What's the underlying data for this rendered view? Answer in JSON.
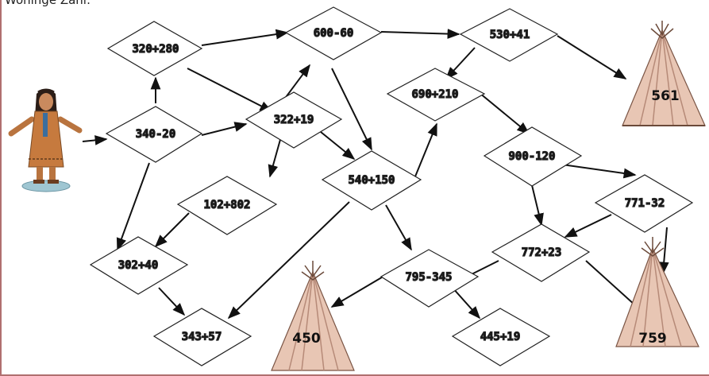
{
  "heading": "Wohinge Zahl:",
  "nodes": [
    {
      "id": "n1",
      "label": "320+280"
    },
    {
      "id": "n2",
      "label": "600-60"
    },
    {
      "id": "n3",
      "label": "530+41"
    },
    {
      "id": "n4",
      "label": "340-20"
    },
    {
      "id": "n5",
      "label": "322+19"
    },
    {
      "id": "n6",
      "label": "690+210"
    },
    {
      "id": "n7",
      "label": "900-120"
    },
    {
      "id": "n8",
      "label": "540+150"
    },
    {
      "id": "n9",
      "label": "102+802"
    },
    {
      "id": "n10",
      "label": "771-32"
    },
    {
      "id": "n11",
      "label": "302+40"
    },
    {
      "id": "n12",
      "label": "772+23"
    },
    {
      "id": "n13",
      "label": "795-345"
    },
    {
      "id": "n14",
      "label": "343+57"
    },
    {
      "id": "n15",
      "label": "445+19"
    }
  ],
  "tents": [
    {
      "id": "t1",
      "label": "561"
    },
    {
      "id": "t2",
      "label": "450"
    },
    {
      "id": "t3",
      "label": "759"
    }
  ],
  "colors": {
    "tent": "#e8c6b4",
    "tent_stripe": "#c79c8a",
    "arrow": "#111111",
    "node_stroke": "#222222",
    "border": "#b07070"
  }
}
